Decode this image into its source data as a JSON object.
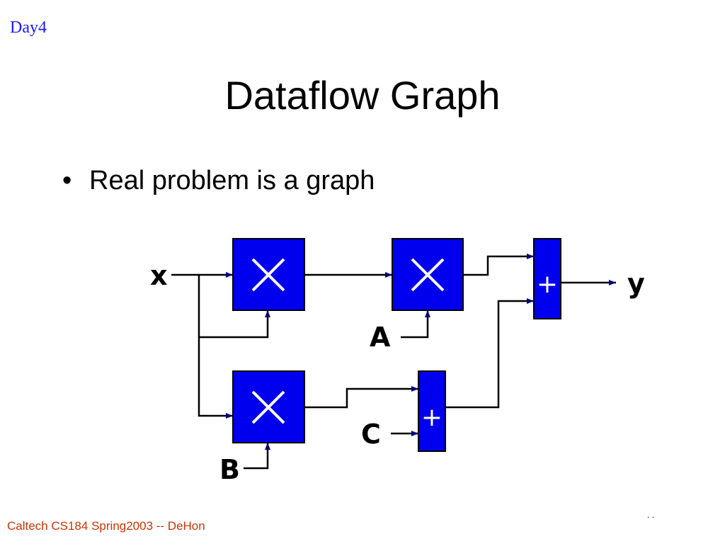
{
  "slide": {
    "header_tag": "Day4",
    "title": "Dataflow Graph",
    "bullet": "Real problem is a graph",
    "footer": "Caltech CS184 Spring2003 -- DeHon",
    "page_number": ". ."
  },
  "diagram": {
    "inputs": {
      "x": "x",
      "A": "A",
      "B": "B",
      "C": "C"
    },
    "output": "y",
    "ops": {
      "mult": "×",
      "add": "+"
    },
    "colors": {
      "block_fill": "#0000ee",
      "block_stroke": "#000000",
      "wire": "#000000",
      "arrow": "#000080"
    }
  }
}
